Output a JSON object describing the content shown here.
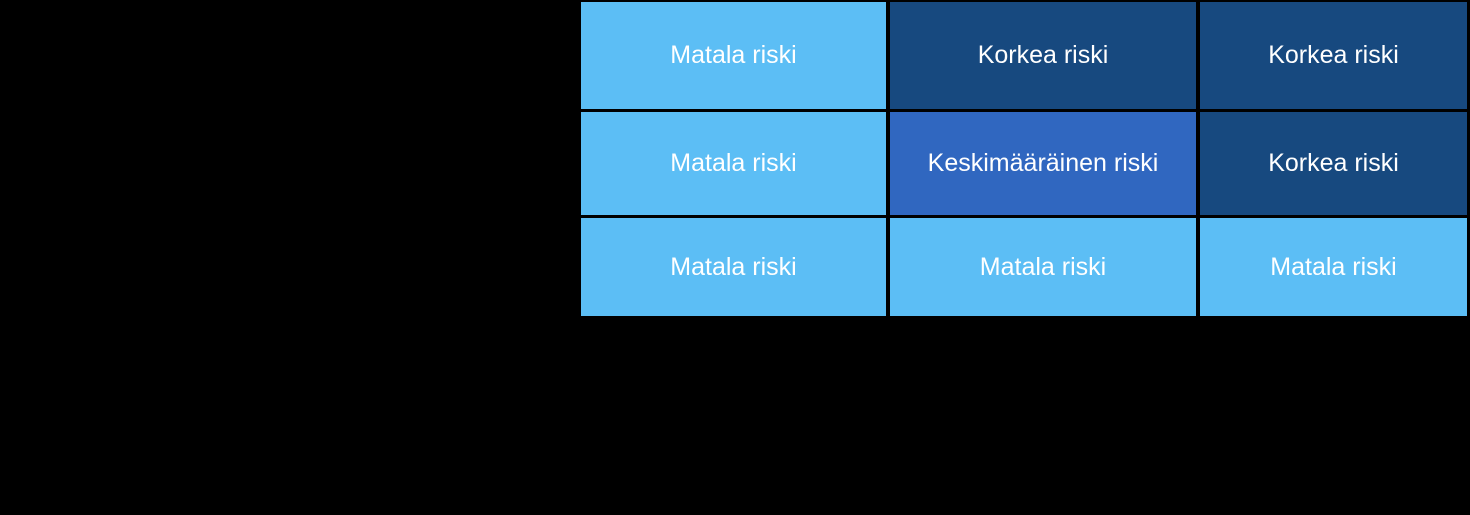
{
  "background_color": "#000000",
  "matrix": {
    "description": "3x3 risk matrix (Finnish)",
    "text_color": "#ffffff",
    "level_colors": {
      "low": "#5CBEF5",
      "medium": "#3067C0",
      "high": "#17497F"
    },
    "rows": [
      {
        "cells": [
          {
            "label": "Matala riski",
            "level": "low"
          },
          {
            "label": "Korkea riski",
            "level": "high"
          },
          {
            "label": "Korkea riski",
            "level": "high"
          }
        ]
      },
      {
        "cells": [
          {
            "label": "Matala riski",
            "level": "low"
          },
          {
            "label": "Keskimääräinen riski",
            "level": "medium"
          },
          {
            "label": "Korkea riski",
            "level": "high"
          }
        ]
      },
      {
        "cells": [
          {
            "label": "Matala riski",
            "level": "low"
          },
          {
            "label": "Matala riski",
            "level": "low"
          },
          {
            "label": "Matala riski",
            "level": "low"
          }
        ]
      }
    ]
  }
}
